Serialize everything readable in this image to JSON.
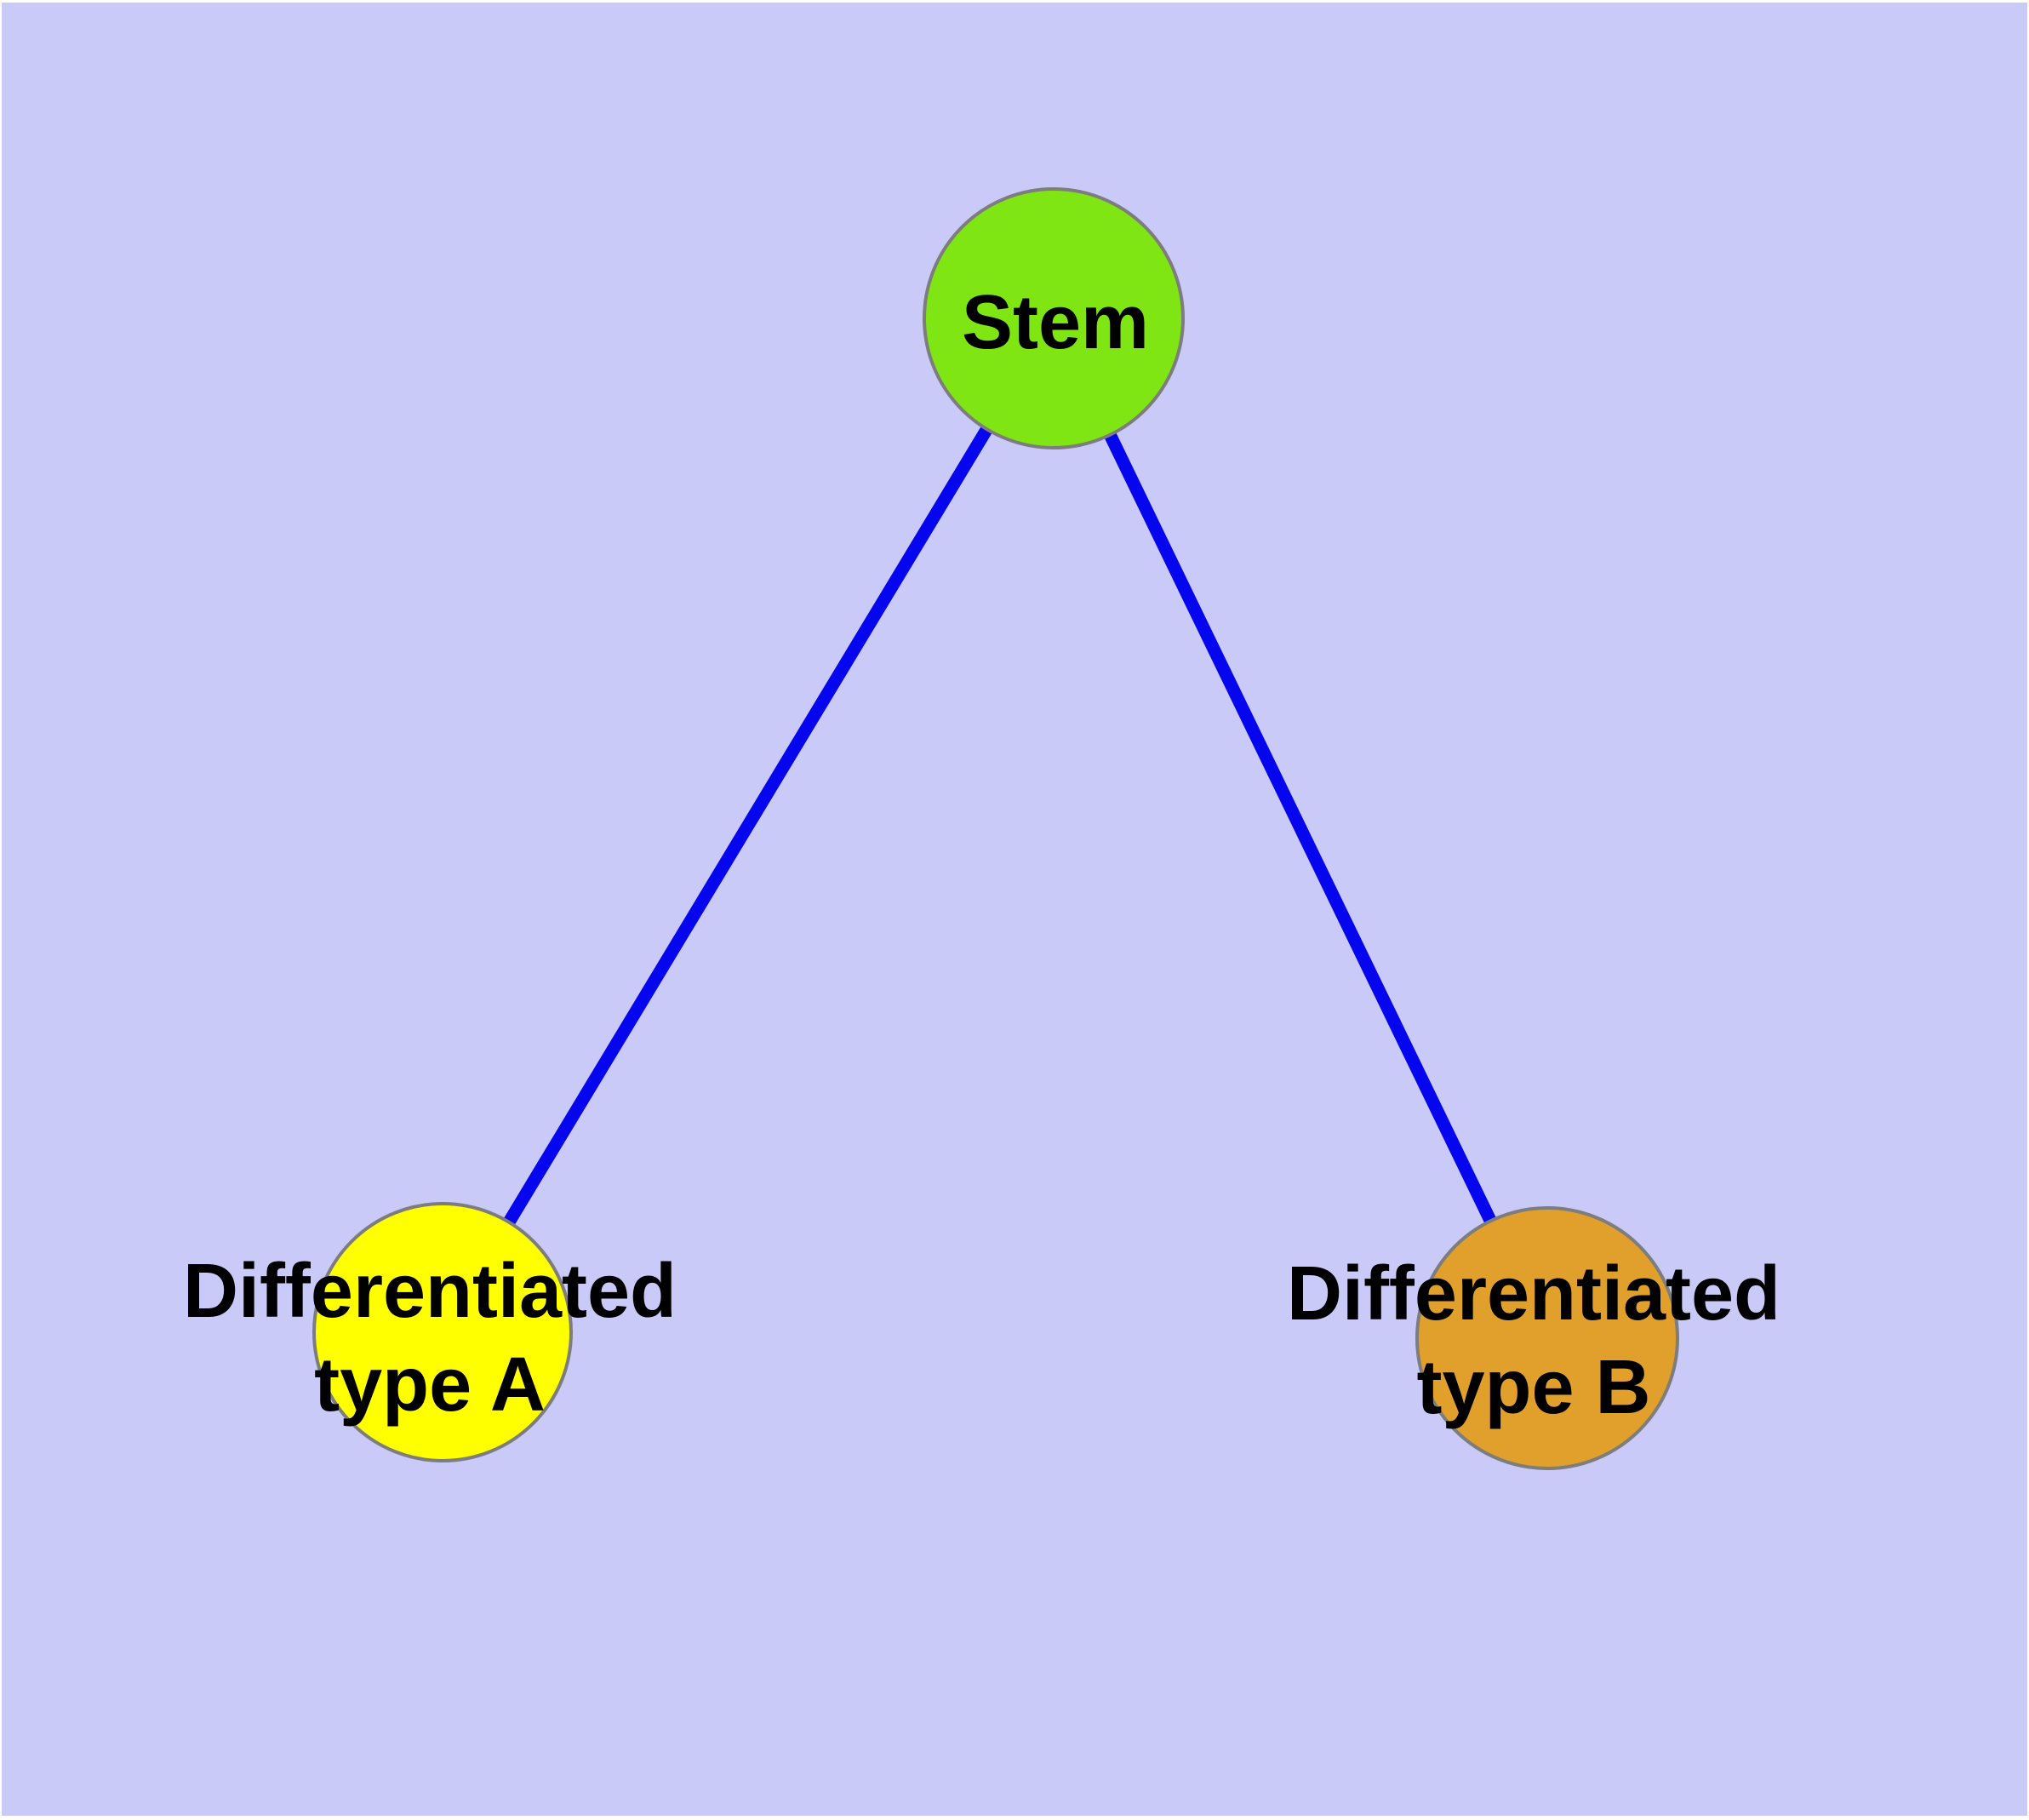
{
  "diagram": {
    "type": "graph",
    "background_color": "#cacaf9",
    "edge_color": "#0505ee",
    "node_border_color": "#7d7d7d",
    "label_color": "#000000",
    "nodes": [
      {
        "label": "Stem",
        "lines": [
          "Stem"
        ],
        "fill": "#80e613"
      },
      {
        "label": "Differentiated type A",
        "lines": [
          "Differentiated",
          "type A"
        ],
        "fill": "#ffff00"
      },
      {
        "label": "Differentiated type B",
        "lines": [
          "Differentiated",
          "type B"
        ],
        "fill": "#e1a02b"
      }
    ],
    "edges": [
      {
        "from": "Stem",
        "to": "Differentiated type A"
      },
      {
        "from": "Stem",
        "to": "Differentiated type B"
      }
    ]
  }
}
